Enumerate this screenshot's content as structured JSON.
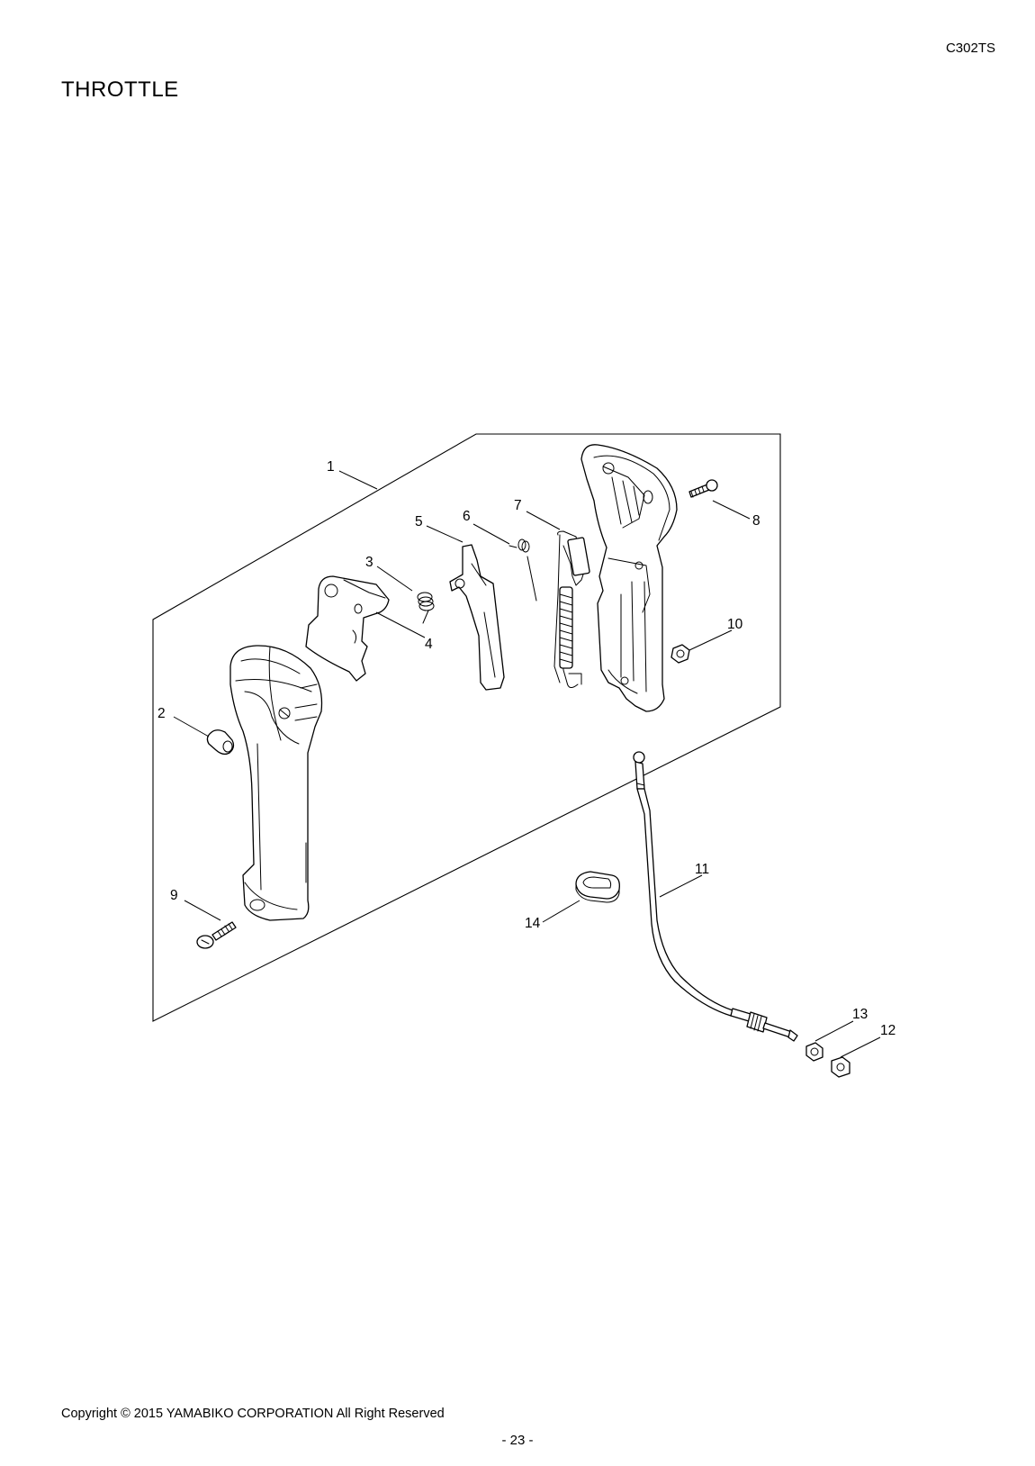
{
  "header": {
    "model": "C302TS",
    "title": "THROTTLE"
  },
  "diagram": {
    "callouts": [
      "1",
      "2",
      "3",
      "4",
      "5",
      "6",
      "7",
      "8",
      "9",
      "10",
      "11",
      "12",
      "13",
      "14"
    ]
  },
  "footer": {
    "copyright": "Copyright © 2015 YAMABIKO CORPORATION All Right Reserved",
    "page": "- 23 -"
  }
}
